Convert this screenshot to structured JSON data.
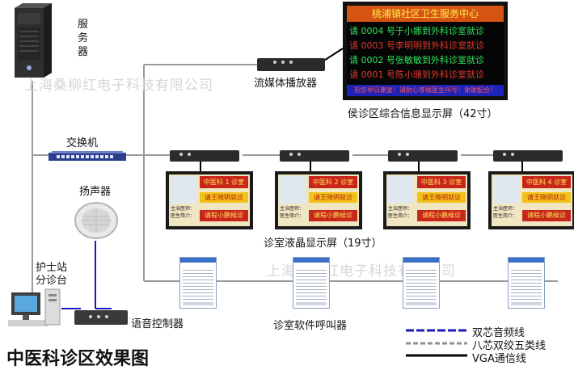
{
  "labels": {
    "server": "服务器",
    "streamer": "流媒体播放器",
    "switch": "交换机",
    "speaker": "扬声器",
    "nurse_station": "护士站\n分诊台",
    "voice_controller": "语音控制器",
    "waiting_screen": "侯诊区综合信息显示屏（42寸）",
    "clinic_screen": "诊室液晶显示屏（19寸）",
    "softcaller": "诊室软件呼叫器",
    "title": "中医科诊区效果图"
  },
  "watermark": {
    "text": "上海桑柳红电子科技有限公司"
  },
  "big_screen": {
    "title": "桃浦镇社区卫生服务中心",
    "rows": [
      {
        "text": "请 0004 号于小娜到外科诊室就诊",
        "color": "#2ee65a"
      },
      {
        "text": "请 0003 号李明明到外科诊室就诊",
        "color": "#e03a2e"
      },
      {
        "text": "请 0002 号张敏敏到外科诊室就诊",
        "color": "#2ee65a"
      },
      {
        "text": "请 0001 号陈小珊到外科诊室就诊",
        "color": "#e03a2e"
      }
    ],
    "footer": "祝您早日康复！请耐心等候医生叫号！谢谢配合！"
  },
  "clinic_tvs": [
    {
      "title": "中医科 1 诊室",
      "green": "请王晓明就诊",
      "red": "请程小鹏候诊",
      "info1": "主治医师：",
      "info2": "医生简介："
    },
    {
      "title": "中医科 2 诊室",
      "green": "请王晓明就诊",
      "red": "请程小鹏候诊",
      "info1": "主治医师：",
      "info2": "医生简介："
    },
    {
      "title": "中医科 3 诊室",
      "green": "请王晓明就诊",
      "red": "请程小鹏候诊",
      "info1": "主治医师：",
      "info2": "医生简介："
    },
    {
      "title": "中医科 4 诊室",
      "green": "请王晓明就诊",
      "red": "请程小鹏候诊",
      "info1": "主治医师：",
      "info2": "医生简介："
    }
  ],
  "legend": [
    {
      "label": "双芯音频线",
      "color": "#1a1ab8"
    },
    {
      "label": "八芯双绞五类线",
      "color": "#909090"
    },
    {
      "label": "VGA通信线",
      "color": "#000000"
    }
  ],
  "colors": {
    "cable_gray": "#9a9a9a",
    "cable_blue": "#1a1ab8",
    "cable_black": "#000000"
  }
}
